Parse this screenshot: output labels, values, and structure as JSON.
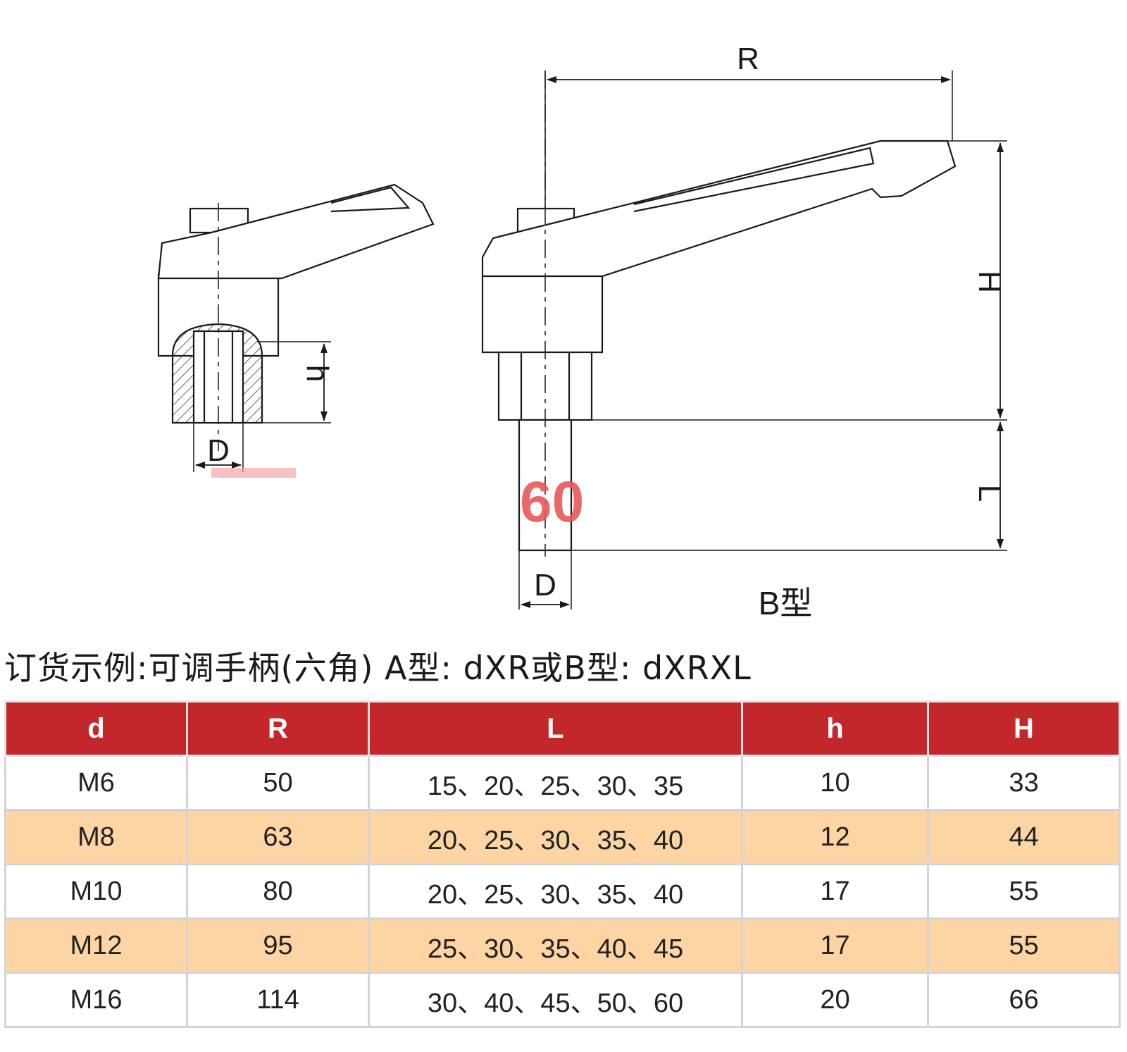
{
  "diagram": {
    "type_label": "B型",
    "dimension_labels": {
      "R": "R",
      "H": "H",
      "L": "L",
      "h": "h",
      "D_left": "D",
      "D_right": "D"
    },
    "watermark": "60"
  },
  "order_example": "订货示例:可调手柄(六角)  A型: dXR或B型: dXRXL",
  "table": {
    "headers": [
      "d",
      "R",
      "L",
      "h",
      "H"
    ],
    "rows": [
      [
        "M6",
        "50",
        "15、20、25、30、35",
        "10",
        "33"
      ],
      [
        "M8",
        "63",
        "20、25、30、35、40",
        "12",
        "44"
      ],
      [
        "M10",
        "80",
        "20、25、30、35、40",
        "17",
        "55"
      ],
      [
        "M12",
        "95",
        "25、30、35、40、45",
        "17",
        "55"
      ],
      [
        "M16",
        "114",
        "30、40、45、50、60",
        "20",
        "66"
      ]
    ]
  },
  "colors": {
    "header_bg": "#c3262b",
    "alt_row_bg": "#fdd5a5",
    "line": "#1a1a1a"
  }
}
